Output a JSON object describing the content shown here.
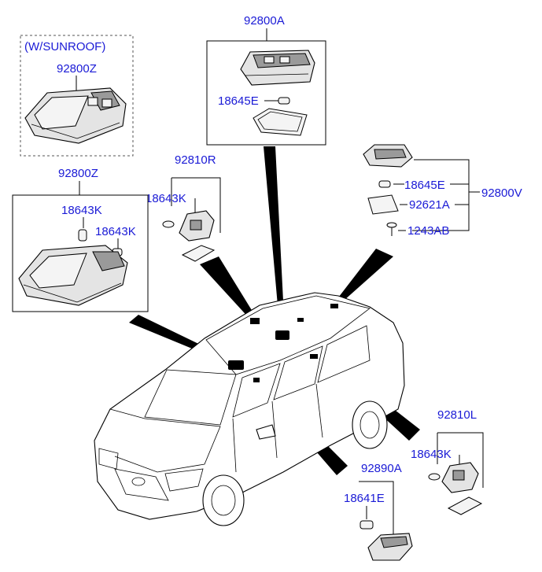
{
  "labels": {
    "sunroof_note": "(W/SUNROOF)",
    "p92800Z_sunroof": "92800Z",
    "p92800A": "92800A",
    "p18645E_top": "18645E",
    "p92810R": "92810R",
    "p18643K_92810R": "18643K",
    "p92800Z": "92800Z",
    "p18643K_a": "18643K",
    "p18643K_b": "18643K",
    "p18645E_right": "18645E",
    "p92621A": "92621A",
    "p1243AB": "1243AB",
    "p92800V": "92800V",
    "p92810L": "92810L",
    "p18643K_92810L": "18643K",
    "p92890A": "92890A",
    "p18641E": "18641E"
  },
  "colors": {
    "label_text": "#1a1ad6",
    "line": "#000000",
    "part_fill": "#e4e4e4"
  }
}
